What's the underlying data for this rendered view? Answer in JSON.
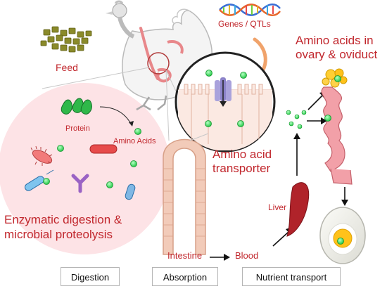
{
  "labels": {
    "feed": "Feed",
    "genes": "Genes / QTLs",
    "amino_ovary_line1": "Amino acids in",
    "amino_ovary_line2": "ovary & oviduct",
    "protein": "Protein",
    "amino_acids": "Amino Acids",
    "transporter_line1": "Amino acid",
    "transporter_line2": "transporter",
    "liver": "Liver",
    "digestion_line1": "Enzymatic digestion &",
    "digestion_line2": "microbial proteolysis",
    "intestine": "Intestine",
    "blood": "Blood"
  },
  "stages": [
    "Digestion",
    "Absorption",
    "Nutrient transport"
  ],
  "colors": {
    "accent_red": "#c1272d",
    "pink_bg": "#fde3e6",
    "amino_green": "#3fe060",
    "intestine": "#e9b9a3",
    "liver": "#b0232a",
    "feed": "#8a8a2a",
    "yolk": "#ffc21a"
  }
}
